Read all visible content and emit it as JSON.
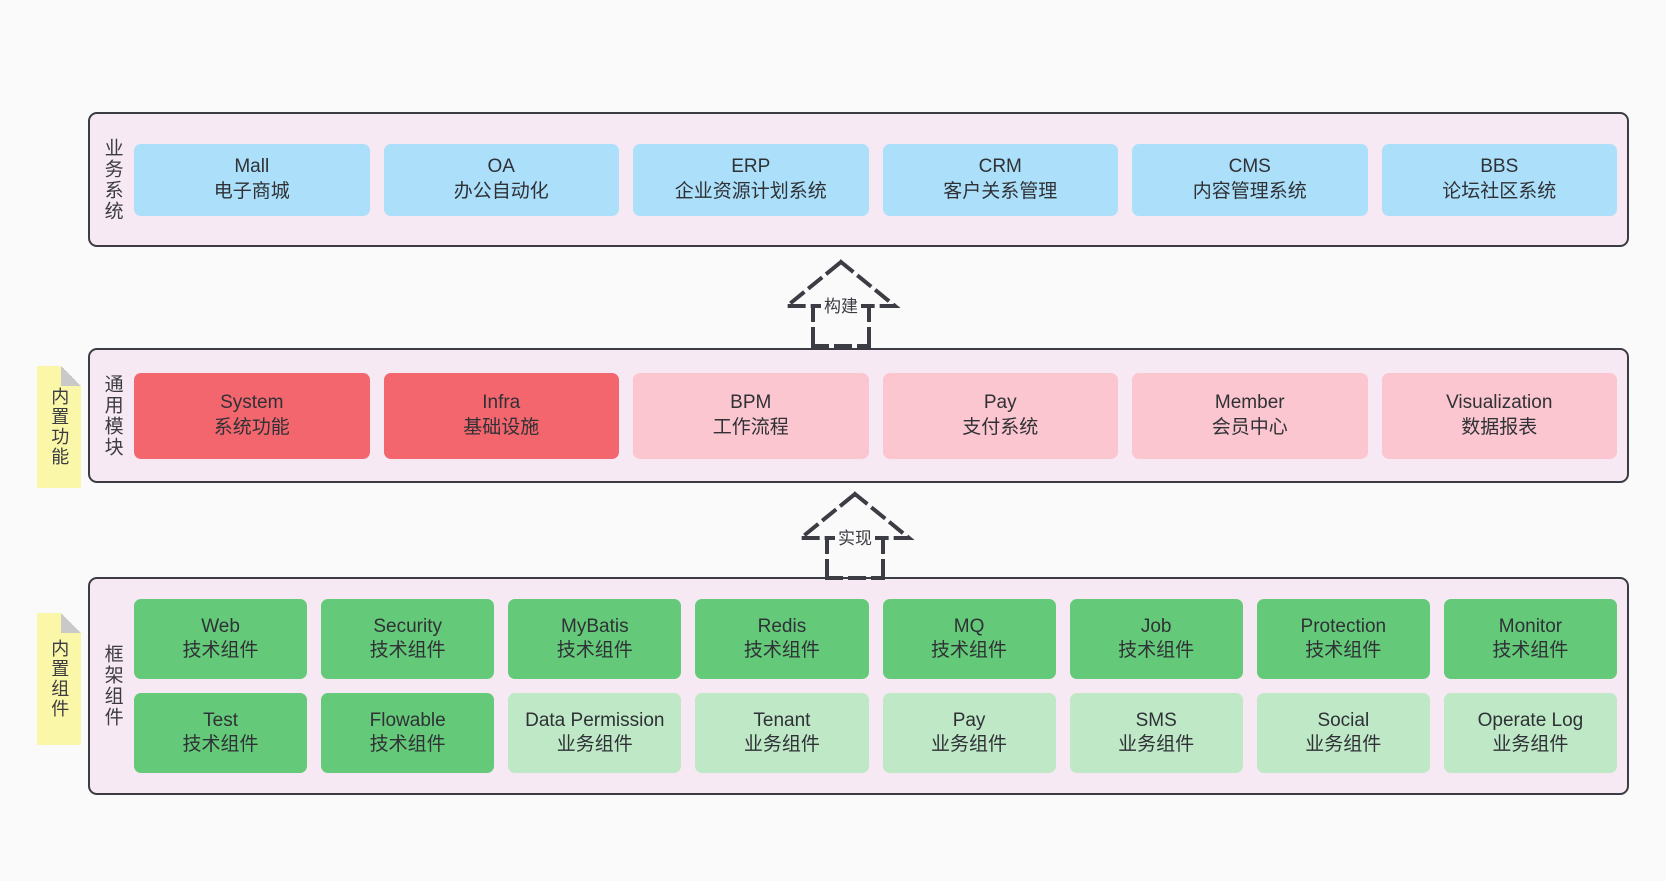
{
  "diagram": {
    "background_color": "#fafafa",
    "panel_fill": "#f7e9f3",
    "panel_border": "#3c3c44",
    "note_fill": "#fbf7a8"
  },
  "layers": [
    {
      "id": "business",
      "title": "业务系统",
      "note": null,
      "rows": [
        {
          "nodes": [
            {
              "en": "Mall",
              "cn": "电子商城",
              "color": "#ace0fa",
              "style": "c-blue"
            },
            {
              "en": "OA",
              "cn": "办公自动化",
              "color": "#ace0fa",
              "style": "c-blue"
            },
            {
              "en": "ERP",
              "cn": "企业资源计划系统",
              "color": "#ace0fa",
              "style": "c-blue"
            },
            {
              "en": "CRM",
              "cn": "客户关系管理",
              "color": "#ace0fa",
              "style": "c-blue"
            },
            {
              "en": "CMS",
              "cn": "内容管理系统",
              "color": "#ace0fa",
              "style": "c-blue"
            },
            {
              "en": "BBS",
              "cn": "论坛社区系统",
              "color": "#ace0fa",
              "style": "c-blue"
            }
          ]
        }
      ]
    },
    {
      "id": "common",
      "title": "通用模块",
      "note": "内置功能",
      "rows": [
        {
          "nodes": [
            {
              "en": "System",
              "cn": "系统功能",
              "color": "#f4666d",
              "style": "c-red"
            },
            {
              "en": "Infra",
              "cn": "基础设施",
              "color": "#f4666d",
              "style": "c-red"
            },
            {
              "en": "BPM",
              "cn": "工作流程",
              "color": "#fbc6cf",
              "style": "c-pink"
            },
            {
              "en": "Pay",
              "cn": "支付系统",
              "color": "#fbc6cf",
              "style": "c-pink"
            },
            {
              "en": "Member",
              "cn": "会员中心",
              "color": "#fbc6cf",
              "style": "c-pink"
            },
            {
              "en": "Visualization",
              "cn": "数据报表",
              "color": "#fbc6cf",
              "style": "c-pink"
            }
          ]
        }
      ]
    },
    {
      "id": "framework",
      "title": "框架组件",
      "note": "内置组件",
      "rows": [
        {
          "nodes": [
            {
              "en": "Web",
              "cn": "技术组件",
              "color": "#64ca79",
              "style": "c-green"
            },
            {
              "en": "Security",
              "cn": "技术组件",
              "color": "#64ca79",
              "style": "c-green"
            },
            {
              "en": "MyBatis",
              "cn": "技术组件",
              "color": "#64ca79",
              "style": "c-green"
            },
            {
              "en": "Redis",
              "cn": "技术组件",
              "color": "#64ca79",
              "style": "c-green"
            },
            {
              "en": "MQ",
              "cn": "技术组件",
              "color": "#64ca79",
              "style": "c-green"
            },
            {
              "en": "Job",
              "cn": "技术组件",
              "color": "#64ca79",
              "style": "c-green"
            },
            {
              "en": "Protection",
              "cn": "技术组件",
              "color": "#64ca79",
              "style": "c-green"
            },
            {
              "en": "Monitor",
              "cn": "技术组件",
              "color": "#64ca79",
              "style": "c-green"
            }
          ]
        },
        {
          "nodes": [
            {
              "en": "Test",
              "cn": "技术组件",
              "color": "#64ca79",
              "style": "c-green"
            },
            {
              "en": "Flowable",
              "cn": "技术组件",
              "color": "#64ca79",
              "style": "c-green"
            },
            {
              "en": "Data Permission",
              "cn": "业务组件",
              "color": "#bfe8c7",
              "style": "c-green-light",
              "wrap": true
            },
            {
              "en": "Tenant",
              "cn": "业务组件",
              "color": "#bfe8c7",
              "style": "c-green-light"
            },
            {
              "en": "Pay",
              "cn": "业务组件",
              "color": "#bfe8c7",
              "style": "c-green-light"
            },
            {
              "en": "SMS",
              "cn": "业务组件",
              "color": "#bfe8c7",
              "style": "c-green-light"
            },
            {
              "en": "Social",
              "cn": "业务组件",
              "color": "#bfe8c7",
              "style": "c-green-light"
            },
            {
              "en": "Operate Log",
              "cn": "业务组件",
              "color": "#bfe8c7",
              "style": "c-green-light"
            }
          ]
        }
      ]
    }
  ],
  "connectors": [
    {
      "id": "build",
      "label": "构建",
      "from": "common",
      "to": "business"
    },
    {
      "id": "realize",
      "label": "实现",
      "from": "framework",
      "to": "common"
    }
  ]
}
